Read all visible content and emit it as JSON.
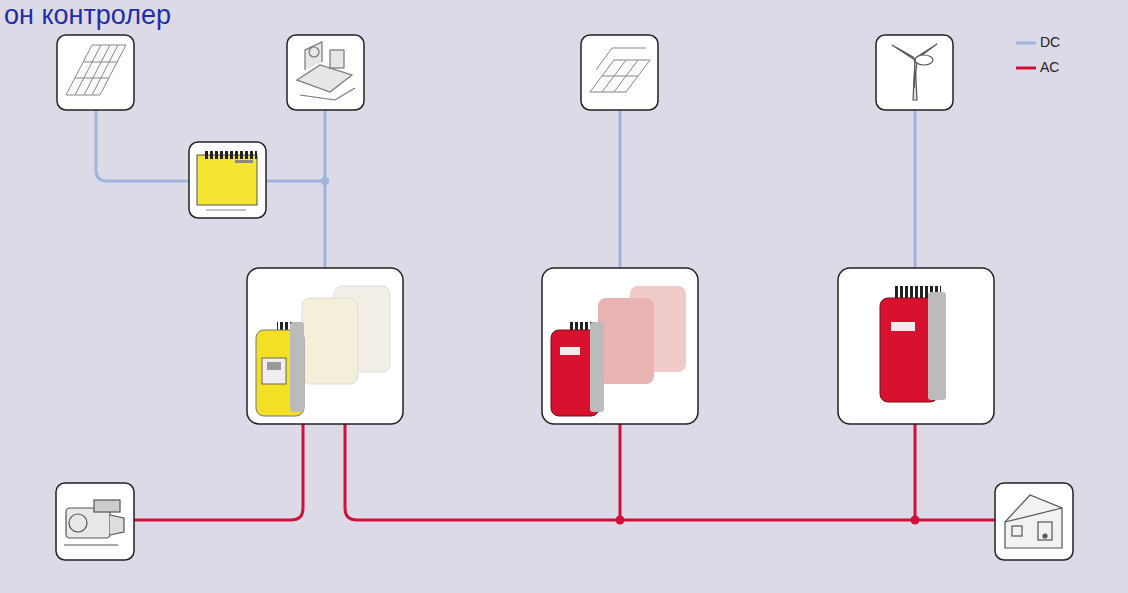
{
  "diagram": {
    "title": "он контролер",
    "legend": [
      {
        "text": "DC"
      },
      {
        "text": "AC"
      }
    ]
  }
}
